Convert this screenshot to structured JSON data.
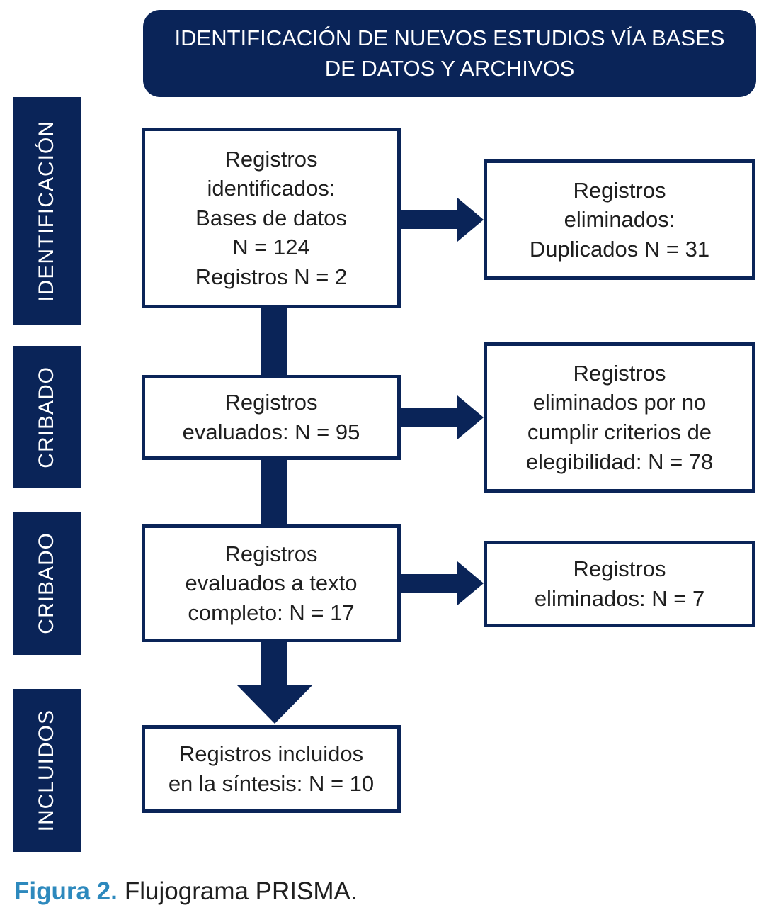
{
  "header": {
    "title": "IDENTIFICACIÓN DE NUEVOS ESTUDIOS VÍA BASES\nDE DATOS Y ARCHIVOS"
  },
  "sidebar": {
    "stages": [
      {
        "label": "IDENTIFICACIÓN"
      },
      {
        "label": "CRIBADO"
      },
      {
        "label": "CRIBADO"
      },
      {
        "label": "INCLUIDOS"
      }
    ]
  },
  "flow": {
    "main_boxes": [
      {
        "text": "Registros\nidentificados:\nBases de datos\nN = 124\nRegistros N = 2"
      },
      {
        "text": "Registros\nevaluados: N = 95"
      },
      {
        "text": "Registros\nevaluados a texto\ncompleto: N = 17"
      },
      {
        "text": "Registros incluidos\nen la síntesis: N = 10"
      }
    ],
    "side_boxes": [
      {
        "text": "Registros\neliminados:\nDuplicados N = 31"
      },
      {
        "text": "Registros\neliminados por no\ncumplir criterios de\nelegibilidad: N = 78"
      },
      {
        "text": "Registros\neliminados: N = 7"
      }
    ]
  },
  "caption": {
    "label": "Figura 2.",
    "text": "Flujograma PRISMA."
  },
  "colors": {
    "navy": "#0a2458",
    "caption_blue": "#2d89bd",
    "box_text": "#1f1f1f"
  }
}
